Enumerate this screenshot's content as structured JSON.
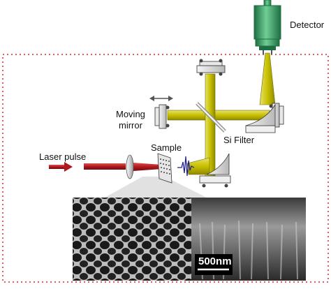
{
  "labels": {
    "detector": "Detector",
    "moving_mirror_line1": "Moving",
    "moving_mirror_line2": "mirror",
    "si_filter": "Si Filter",
    "sample": "Sample",
    "laser_pulse": "Laser pulse",
    "scale_bar": "500nm"
  },
  "colors": {
    "beam_yellow": "#c8c000",
    "beam_yellow_dark": "#8f8a00",
    "laser_red": "#b0181c",
    "detector_green": "#3fa06a",
    "detector_green_dark": "#1e6e43",
    "dotted_border": "#d42a2a",
    "mount_gray": "#d8d8d8"
  },
  "icons": [
    "detector-icon",
    "beamsplitter-icon",
    "parabolic-mirror-icon",
    "lens-icon",
    "sample-icon",
    "arrow-icon"
  ]
}
